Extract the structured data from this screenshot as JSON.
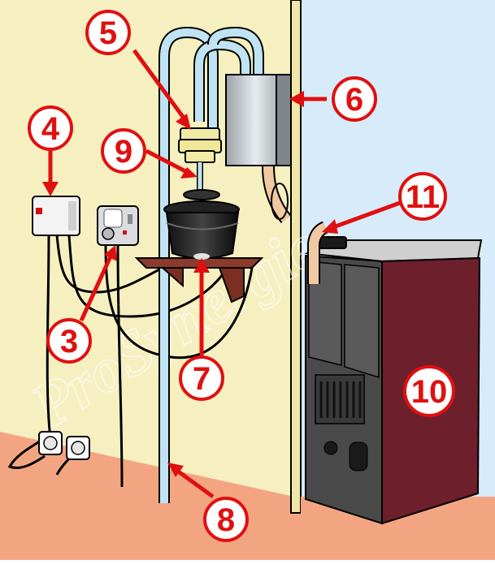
{
  "diagram": {
    "callouts": [
      {
        "id": "c1",
        "label": "5"
      },
      {
        "id": "c2",
        "label": "6"
      },
      {
        "id": "c3",
        "label": "4"
      },
      {
        "id": "c4",
        "label": "9"
      },
      {
        "id": "c5",
        "label": "11"
      },
      {
        "id": "c6",
        "label": "3"
      },
      {
        "id": "c7",
        "label": "10"
      },
      {
        "id": "c8",
        "label": "7"
      },
      {
        "id": "c9",
        "label": "8"
      }
    ],
    "watermark": "ProSynergie",
    "colors": {
      "wall": "#f6efbf",
      "floor": "#f3a582",
      "exterior": "#d7ebfa",
      "stove_side": "#6e1f2c",
      "stove_front": "#4a4a4a",
      "callout_red": "#e01010",
      "tube": "#bfe3f2"
    },
    "icons": [
      "electrical-socket-icon",
      "control-box-icon",
      "thermostat-icon",
      "condensate-pump-icon",
      "shelf-icon"
    ]
  }
}
